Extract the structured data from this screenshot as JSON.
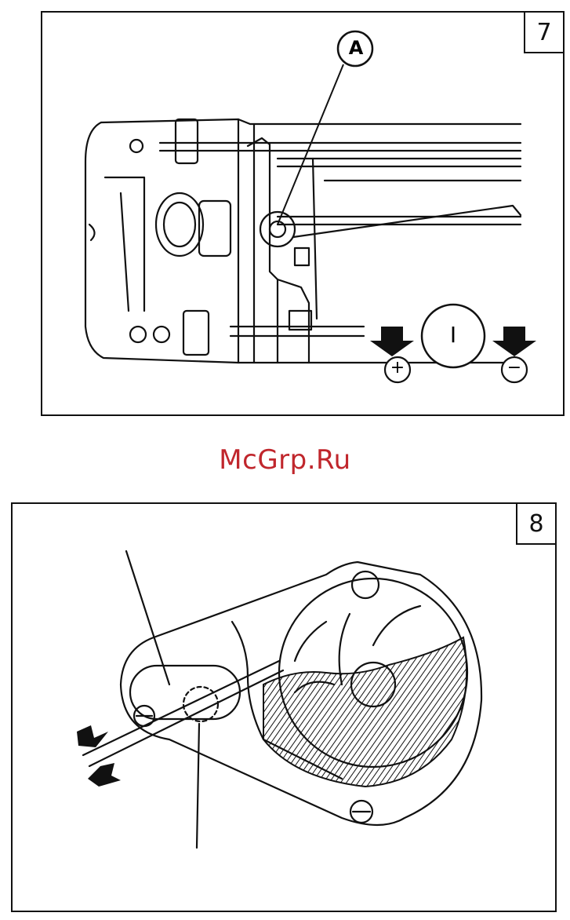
{
  "figures": [
    {
      "number": "7",
      "callout": "A",
      "dial_mark": "I",
      "plus_sign": "+",
      "minus_sign": "−"
    },
    {
      "number": "8"
    }
  ],
  "watermark": "McGrp.Ru",
  "colors": {
    "ink": "#111111",
    "watermark": "#c0262c",
    "paper": "#ffffff"
  }
}
